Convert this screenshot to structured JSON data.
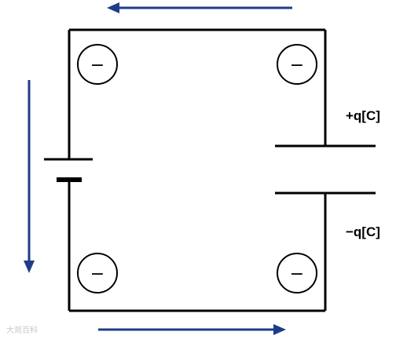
{
  "labels": {
    "positive_charge": "+q[C]",
    "negative_charge": "−q[C]"
  },
  "electrons": [
    {
      "name": "electron-top-left",
      "sign": "−"
    },
    {
      "name": "electron-top-right",
      "sign": "−"
    },
    {
      "name": "electron-bottom-left",
      "sign": "−"
    },
    {
      "name": "electron-bottom-right",
      "sign": "−"
    }
  ],
  "watermark": "大观百科",
  "colors": {
    "arrow": "#1f3c88",
    "wire": "#000000"
  }
}
